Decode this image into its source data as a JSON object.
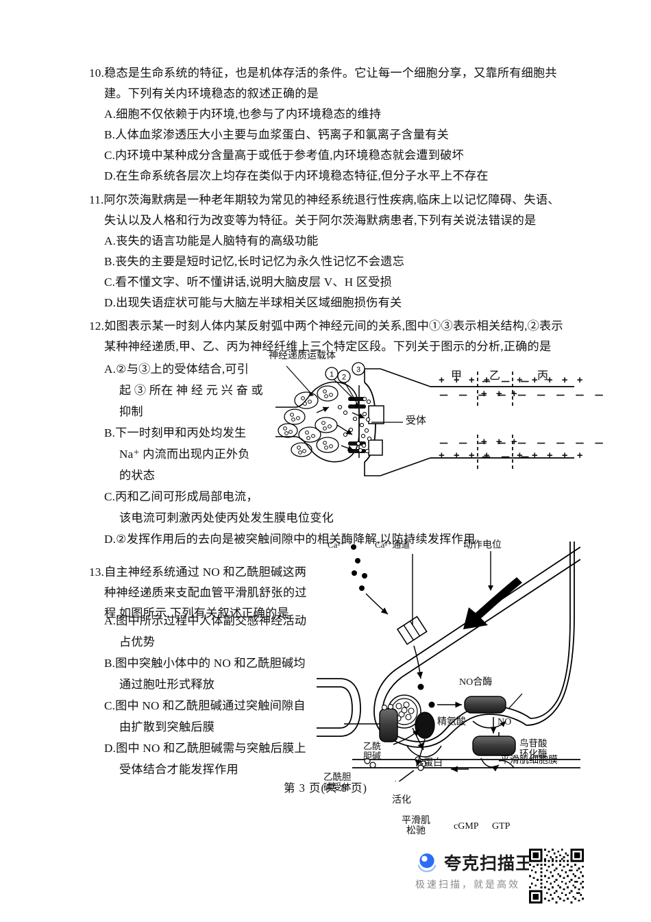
{
  "document": {
    "page_footer": "第 3 页(共 8 页)"
  },
  "questions": [
    {
      "number": "10.",
      "stem_lines": [
        "稳态是生命系统的特征，也是机体存活的条件。它让每一个细胞分享，又靠所有细胞共",
        "建。下列有关内环境稳态的叙述正确的是"
      ],
      "options": [
        "A.细胞不仅依赖于内环境,也参与了内环境稳态的维持",
        "B.人体血浆渗透压大小主要与血浆蛋白、钙离子和氯离子含量有关",
        "C.内环境中某种成分含量高于或低于参考值,内环境稳态就会遭到破坏",
        "D.在生命系统各层次上均存在类似于内环境稳态特征,但分子水平上不存在"
      ]
    },
    {
      "number": "11.",
      "stem_lines": [
        "阿尔茨海默病是一种老年期较为常见的神经系统退行性疾病,临床上以记忆障碍、失语、",
        "失认以及人格和行为改变等为特征。关于阿尔茨海默病患者,下列有关说法错误的是"
      ],
      "options": [
        "A.丧失的语言功能是人脑特有的高级功能",
        "B.丧失的主要是短时记忆,长时记忆为永久性记忆不会遗忘",
        "C.看不懂文字、听不懂讲话,说明大脑皮层 V、H 区受损",
        "D.出现失语症状可能与大脑左半球相关区域细胞损伤有关"
      ]
    },
    {
      "number": "12.",
      "stem_lines": [
        "如图表示某一时刻人体内某反射弧中两个神经元间的关系,图中①③表示相关结构,②表示",
        "某种神经递质,甲、乙、丙为神经纤维上三个特定区段。下列关于图示的分析,正确的是"
      ],
      "options": [
        [
          "A.②与③上的受体结合,可引",
          "起 ③ 所在 神 经 元 兴 奋 或",
          "抑制"
        ],
        [
          "B.下一时刻甲和丙处均发生",
          "Na⁺ 内流而出现内正外负",
          "的状态"
        ],
        [
          "C.丙和乙间可形成局部电流，",
          "该电流可刺激丙处使丙处发生膜电位变化"
        ],
        [
          "D.②发挥作用后的去向是被突触间隙中的相关酶降解,以防持续发挥作用"
        ]
      ]
    },
    {
      "number": "13.",
      "stem_lines": [
        "自主神经系统通过 NO 和乙酰胆碱这两",
        "种神经递质来支配血管平滑肌舒张的过",
        "程,如图所示,下列有关叙述正确的是"
      ],
      "options": [
        [
          "A.图中所示过程中人体副交感神经活动",
          "占优势"
        ],
        [
          "B.图中突触小体中的 NO 和乙酰胆碱均",
          "通过胞吐形式释放"
        ],
        [
          "C.图中 NO 和乙酰胆碱通过突触间隙自",
          "由扩散到突触后膜"
        ],
        [
          "D.图中 NO 和乙酰胆碱需与突触后膜上",
          "受体结合才能发挥作用"
        ]
      ]
    }
  ],
  "figure_synapse": {
    "labels": {
      "transporter": "神经递质运载体",
      "marker1": "①",
      "marker2": "②",
      "marker3": "③",
      "receptor": "受体"
    },
    "membrane_chart": {
      "segments": [
        "甲",
        "乙",
        "丙"
      ],
      "upper_axon": {
        "outside": [
          "+ + + +",
          "－  －  －",
          "+ + + + +"
        ],
        "inside": [
          "－ － － －",
          "+  +  +",
          "－ － － － －"
        ]
      },
      "lower_axon": {
        "inside": [
          "－ － － －",
          "+  +  +",
          "－ － － － －"
        ],
        "outside": [
          "+ + + +",
          "－  －  －",
          "+ + + + +"
        ]
      }
    }
  },
  "figure_no_pathway": {
    "labels": {
      "calcium_ion": "Ca²⁺",
      "calcium_channel": "Ca²⁺通道",
      "action_potential": "动作电位",
      "no_synthase": "NO合酶",
      "arginine": "精氨酸",
      "no": "NO",
      "acetylcholine": "乙酰\n胆碱",
      "acetylcholine_receptor": "乙酰胆\n碱受体",
      "g_protein": "G蛋白",
      "activate": "活化",
      "smooth_muscle_membrane": "平滑肌细胞膜",
      "guanylate_cyclase": "鸟苷酸\n环化酶",
      "smooth_muscle_relax": "平滑肌\n松驰",
      "cgmp": "cGMP",
      "gtp": "GTP"
    }
  },
  "watermark": {
    "title": "夸克扫描王",
    "tagline": "极速扫描，就是高效",
    "logo_color": "#2c6cf6"
  }
}
